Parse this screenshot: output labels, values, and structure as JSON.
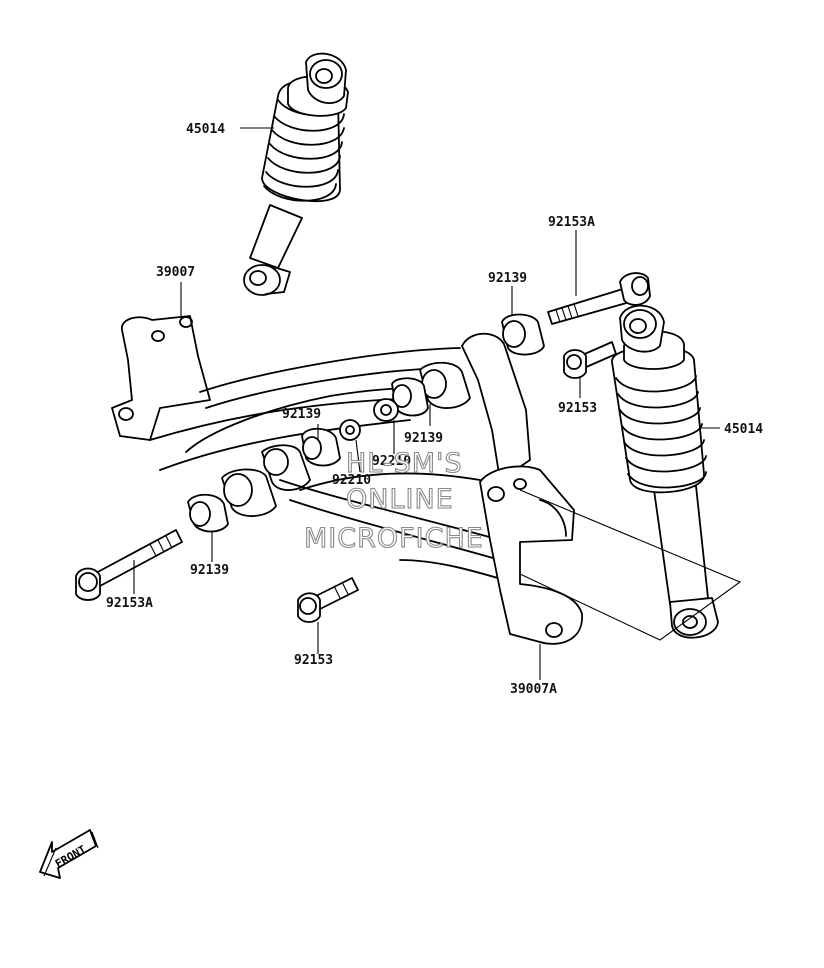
{
  "labels": {
    "shock_upper": "45014",
    "shock_right": "45014",
    "arm_upper": "39007",
    "arm_lower": "39007A",
    "bolt_top_right": "92153A",
    "bolt_left": "92153A",
    "bolt_right_small": "92153",
    "bolt_bottom": "92153",
    "bushing_top_right": "92139",
    "bushing_center": "92139",
    "bushing_mid": "92139",
    "bushing_left": "92139",
    "collar_a": "92210",
    "collar_b": "92210"
  },
  "watermark": {
    "line1": "HL-SM'S",
    "line2": "ONLINE",
    "line3": "MICROFICHE"
  },
  "front_arrow": {
    "label": "FRONT",
    "icon": "front-arrow-icon"
  },
  "colors": {
    "ink": "#000000",
    "paper": "#ffffff",
    "watermark": "#8a8a8a"
  }
}
